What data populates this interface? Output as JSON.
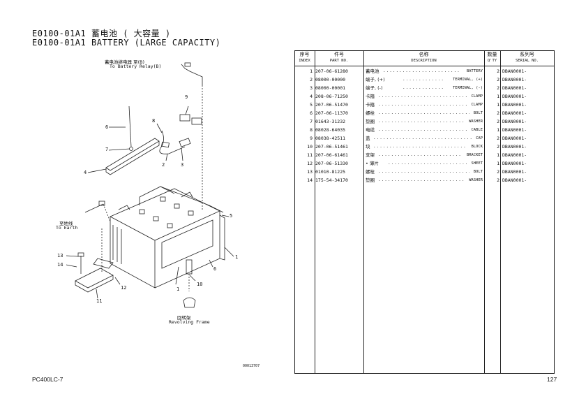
{
  "header": {
    "title_zh": "E0100-01A1 蓄电池 ( 大容量 )",
    "title_en": "E0100-01A1 BATTERY (LARGE CAPACITY)"
  },
  "table": {
    "headers": [
      {
        "zh": "序号",
        "en": "INDEX"
      },
      {
        "zh": "件号",
        "en": "PART NO."
      },
      {
        "zh": "名称",
        "en": "DESCRIPTION"
      },
      {
        "zh": "数量",
        "en": "Q'TY"
      },
      {
        "zh": "系列号",
        "en": "SERIAL NO."
      }
    ],
    "rows": [
      {
        "index": "1",
        "part": "207-06-61280",
        "zh": "蓄电池",
        "en": "BATTERY",
        "qty": "2",
        "serial": "DBAN0001-"
      },
      {
        "index": "2",
        "part": "08000-00000",
        "zh": "端子, (+)",
        "en": "TERMINAL, (+)",
        "qty": "2",
        "serial": "DBAN0001-"
      },
      {
        "index": "3",
        "part": "08000-00001",
        "zh": "端子, (-)",
        "en": "TERMINAL, (-)",
        "qty": "2",
        "serial": "DBAN0001-"
      },
      {
        "index": "4",
        "part": "208-06-71250",
        "zh": "卡箍",
        "en": "CLAMP",
        "qty": "1",
        "serial": "DBAN0001-"
      },
      {
        "index": "5",
        "part": "207-06-51470",
        "zh": "卡箍",
        "en": "CLAMP",
        "qty": "1",
        "serial": "DBAN0001-"
      },
      {
        "index": "6",
        "part": "207-06-11370",
        "zh": "螺栓",
        "en": "BOLT",
        "qty": "2",
        "serial": "DBAN0001-"
      },
      {
        "index": "7",
        "part": "01643-31232",
        "zh": "垫圈",
        "en": "WASHER",
        "qty": "2",
        "serial": "DBAN0001-"
      },
      {
        "index": "8",
        "part": "08028-64035",
        "zh": "电缆",
        "en": "CABLE",
        "qty": "1",
        "serial": "DBAN0001-"
      },
      {
        "index": "9",
        "part": "08038-42511",
        "zh": "盖",
        "en": "CAP",
        "qty": "2",
        "serial": "DBAN0001-"
      },
      {
        "index": "10",
        "part": "207-06-51461",
        "zh": "块",
        "en": "BLOCK",
        "qty": "2",
        "serial": "DBAN0001-"
      },
      {
        "index": "11",
        "part": "207-06-61461",
        "zh": "支架",
        "en": "BRACKET",
        "qty": "1",
        "serial": "DBAN0001-"
      },
      {
        "index": "12",
        "part": "207-06-51330",
        "zh": "• 薄片",
        "en": "SHEET",
        "qty": "1",
        "serial": "DBAN0001-"
      },
      {
        "index": "13",
        "part": "01010-81225",
        "zh": "螺栓",
        "en": "BOLT",
        "qty": "2",
        "serial": "DBAN0001-"
      },
      {
        "index": "14",
        "part": "175-54-34170",
        "zh": "垫圈",
        "en": "WASHER",
        "qty": "2",
        "serial": "DBAN0001-"
      }
    ]
  },
  "diagram": {
    "relay_zh": "蓄电池继电器  至(B)",
    "relay_en": "To Battery Relay(B)",
    "earth_zh": "至地线",
    "earth_en": "To Earth",
    "frame_zh": "回转架",
    "frame_en": "Revolving Frame",
    "drawing_code": "00013707",
    "callouts": [
      "9",
      "8",
      "6",
      "7",
      "4",
      "2",
      "3",
      "5",
      "1",
      "6",
      "13",
      "14",
      "12",
      "10",
      "1",
      "11"
    ]
  },
  "footer": {
    "model": "PC400LC-7",
    "page": "127"
  }
}
